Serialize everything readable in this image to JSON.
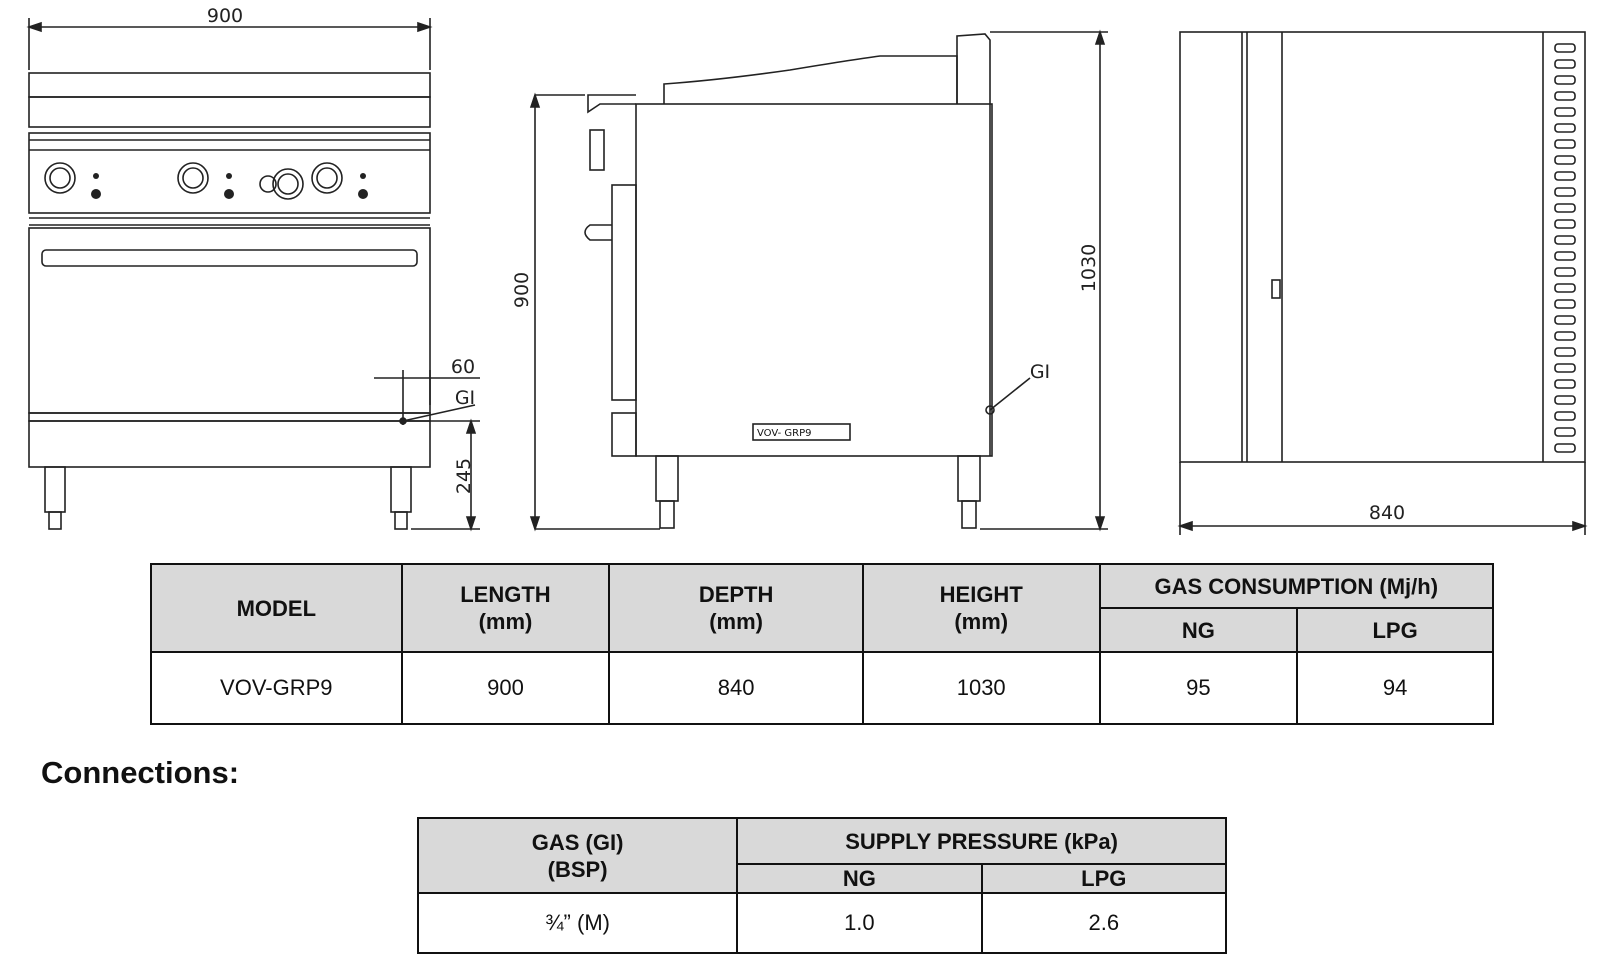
{
  "drawings": {
    "front_view": {
      "width_dim": "900",
      "leg_offset_dim": "60",
      "gas_inlet_label": "GI",
      "leg_height_dim": "245"
    },
    "side_view": {
      "body_height_dim": "900",
      "overall_height_dim": "1030",
      "gas_inlet_label": "GI",
      "model_plate": "VOV- GRP9"
    },
    "top_view": {
      "depth_dim": "840"
    }
  },
  "spec_table": {
    "headers": {
      "model": "MODEL",
      "length": "LENGTH",
      "length_unit": "(mm)",
      "depth": "DEPTH",
      "depth_unit": "(mm)",
      "height": "HEIGHT",
      "height_unit": "(mm)",
      "gas_consumption": "GAS CONSUMPTION (Mj/h)",
      "ng": "NG",
      "lpg": "LPG"
    },
    "rows": [
      {
        "model": "VOV-GRP9",
        "length": "900",
        "depth": "840",
        "height": "1030",
        "ng": "95",
        "lpg": "94"
      }
    ]
  },
  "connections": {
    "title": "Connections:",
    "headers": {
      "gas": "GAS (GI)",
      "gas_sub": "(BSP)",
      "supply_pressure": "SUPPLY PRESSURE (kPa)",
      "ng": "NG",
      "lpg": "LPG"
    },
    "rows": [
      {
        "gas": "¾” (M)",
        "ng": "1.0",
        "lpg": "2.6"
      }
    ]
  }
}
